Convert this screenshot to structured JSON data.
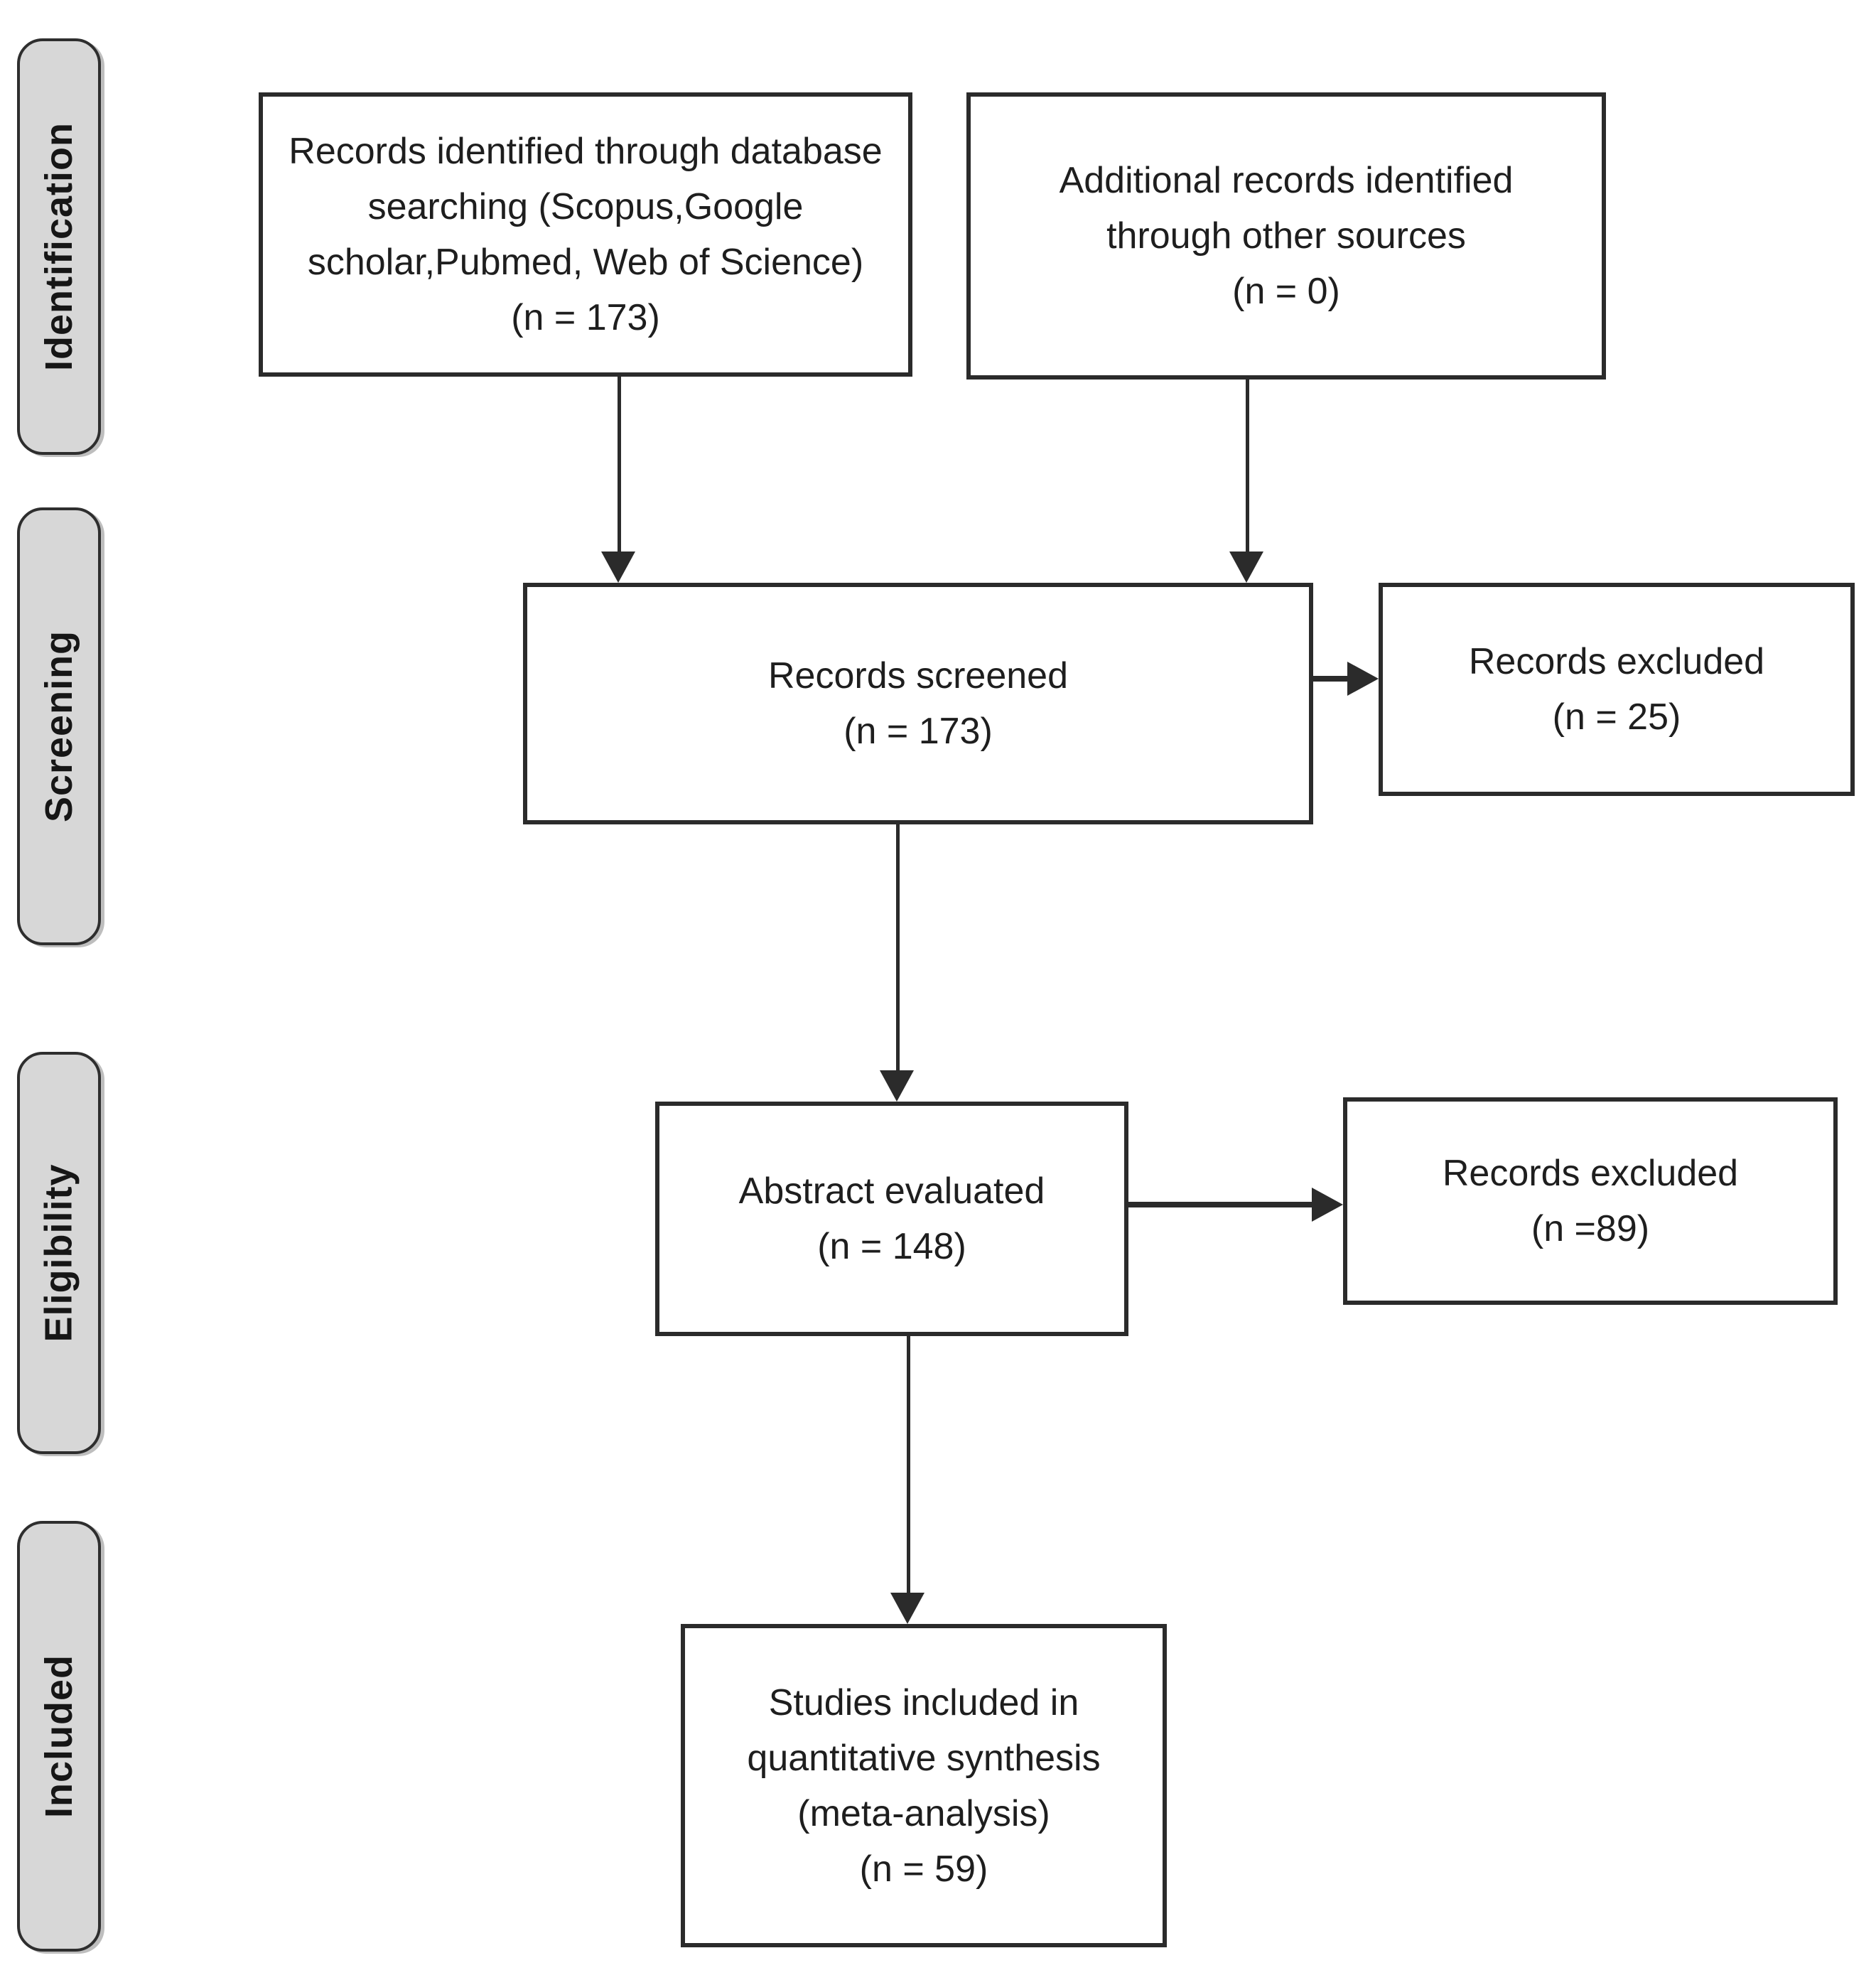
{
  "flow": {
    "stages": [
      {
        "id": "identification",
        "label": "Identification"
      },
      {
        "id": "screening",
        "label": "Screening"
      },
      {
        "id": "eligibility",
        "label": "Eligibility"
      },
      {
        "id": "included",
        "label": "Included"
      }
    ],
    "boxes": {
      "identified_db": {
        "text": "Records identified through database\nsearching (Scopus,Google\nscholar,Pubmed, Web of Science)\n(n =  173)"
      },
      "additional": {
        "text": "Additional records identified\nthrough other sources\n(n = 0)"
      },
      "screened": {
        "text": "Records screened\n(n = 173)"
      },
      "excluded_screening": {
        "text": "Records excluded\n(n = 25)"
      },
      "abstract_evaluated": {
        "text": "Abstract evaluated\n(n = 148)"
      },
      "excluded_eligibility": {
        "text": "Records excluded\n(n =89)"
      },
      "included_final": {
        "text": "Studies included in\nquantitative synthesis\n(meta-analysis)\n(n = 59)"
      }
    },
    "colors": {
      "background": "#ffffff",
      "box_fill": "#ffffff",
      "box_border": "#2b2b2b",
      "text": "#1e1e1e",
      "stage_fill": "#d7d7d7",
      "stage_border": "#2e2e2e",
      "arrow": "#2b2b2b"
    }
  }
}
